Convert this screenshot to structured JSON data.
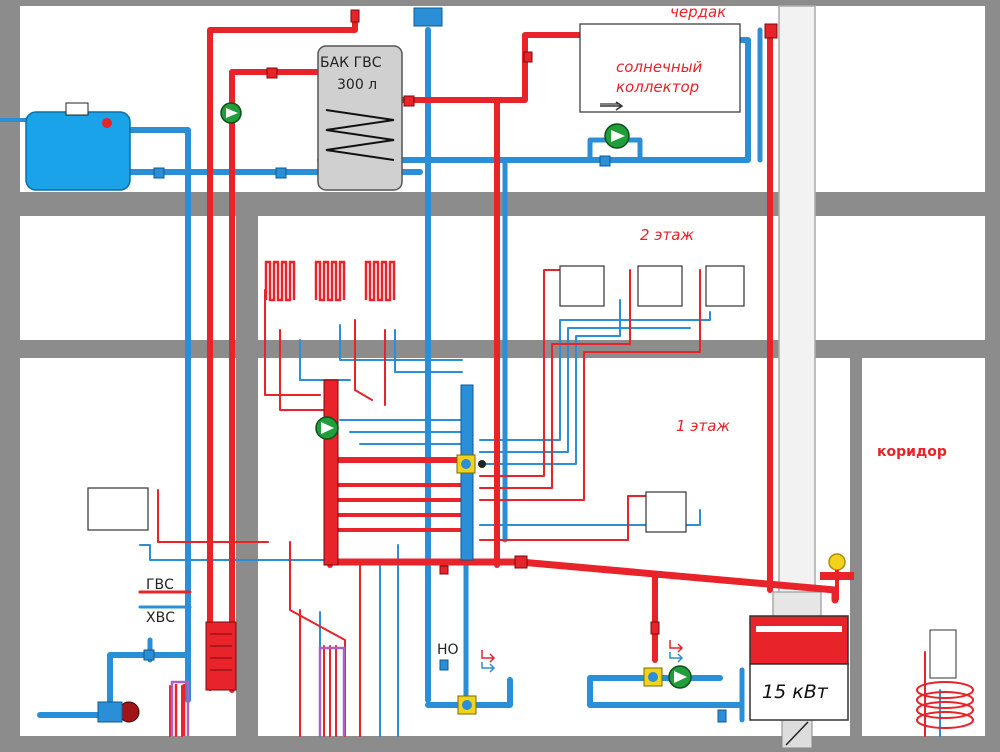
{
  "labels": {
    "attic": "чердак",
    "solar_collector_line1": "солнечный",
    "solar_collector_line2": "коллектор",
    "dhw_tank_line1": "БАК ГВС",
    "dhw_tank_line2": "300 л",
    "floor_2": "2 этаж",
    "floor_1": "1 этаж",
    "corridor": "коридор",
    "hot_water": "ГВС",
    "cold_water": "ХВС",
    "normally_open": "НО",
    "boiler_power": "15 кВт"
  },
  "colors": {
    "hot_pipe": "#e8232a",
    "cold_pipe": "#2a8fd6",
    "wall": "#8c8c8c",
    "tank_blue": "#1aa3e8",
    "boiler_red": "#e8232a",
    "pump_green": "#1f9e3a",
    "valve_yellow": "#f2d21b"
  }
}
